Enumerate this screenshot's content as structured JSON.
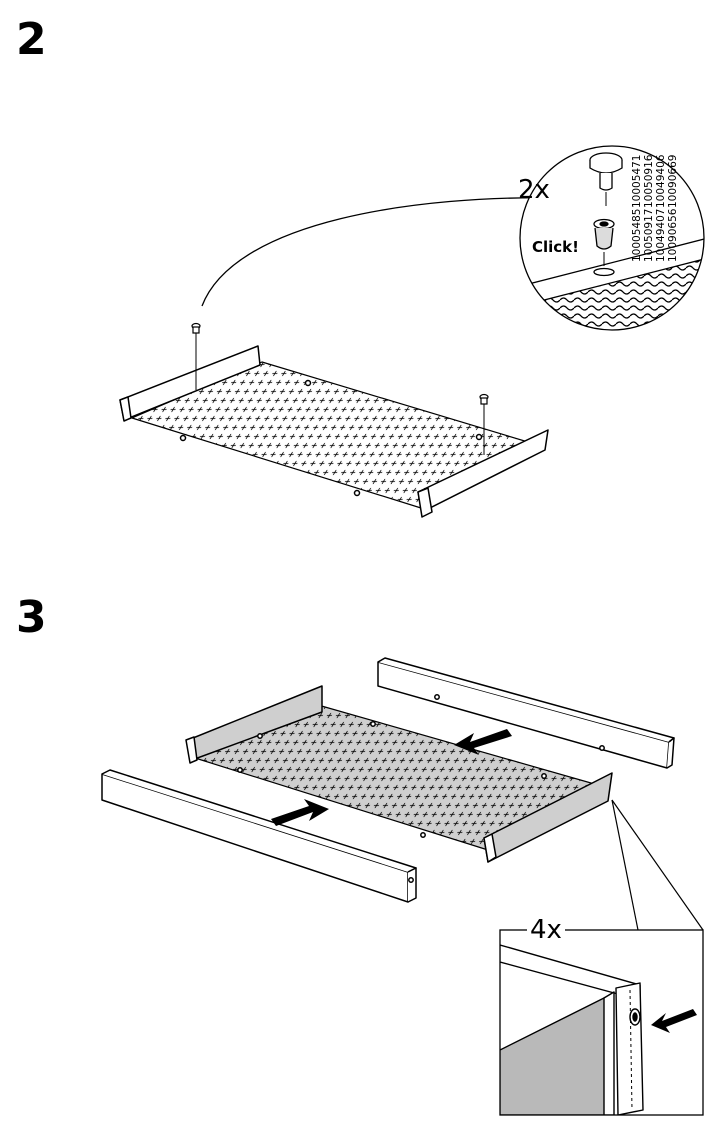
{
  "steps": [
    {
      "number": "2",
      "callout": {
        "quantity": "2x",
        "action": "Click!",
        "part_codes_top": [
          "10005471",
          "10050916",
          "10049406",
          "10090669"
        ],
        "part_codes_bottom": [
          "10005485",
          "10050917",
          "10049407",
          "10090656"
        ]
      }
    },
    {
      "number": "3",
      "detail": {
        "quantity": "4x"
      }
    }
  ],
  "colors": {
    "line": "#000000",
    "panel_grey": "#cfcfcf",
    "detail_grey": "#b9b9b9",
    "paper": "#ffffff"
  },
  "icons": [
    "perforated-tray",
    "push-fastener",
    "side-rail",
    "push-arrow"
  ]
}
